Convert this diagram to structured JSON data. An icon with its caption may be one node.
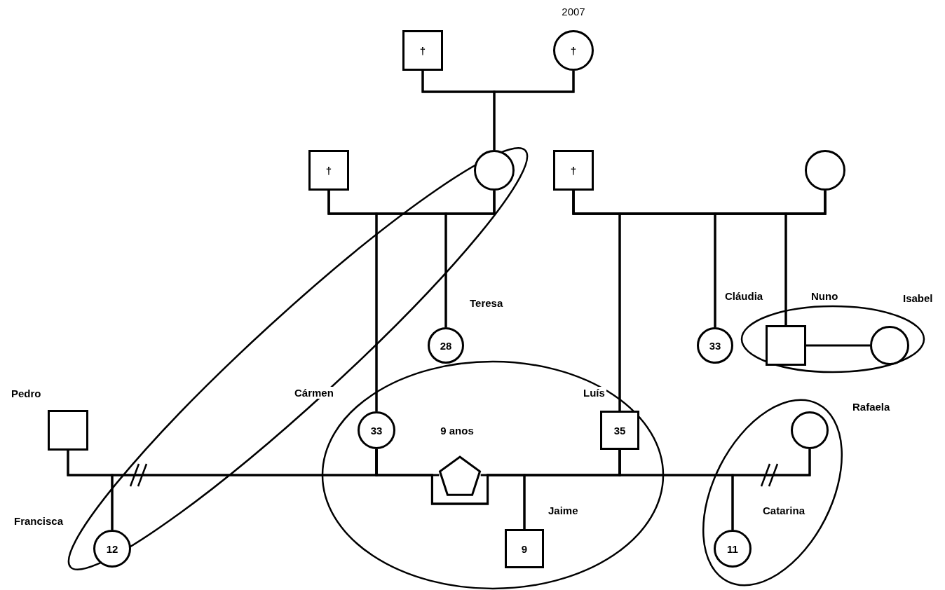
{
  "diagram": {
    "nodes": [
      {
        "text": [
          "†"
        ]
      },
      {
        "text": [
          "†"
        ],
        "beside": [
          "2007"
        ]
      },
      {
        "text": [
          "†"
        ]
      },
      {
        "text": [],
        "shape": "circle"
      },
      {
        "text": [
          "†"
        ]
      },
      {
        "text": [],
        "shape": "circle"
      },
      {
        "text": [
          "28"
        ],
        "beside": [
          "Teresa"
        ]
      },
      {
        "text": [
          "33"
        ],
        "beside": [
          "Cláudia"
        ]
      },
      {
        "text": [],
        "shape": "box",
        "beside": [
          "Nuno"
        ]
      },
      {
        "text": [],
        "shape": "circle",
        "beside": [
          "Isabel"
        ]
      },
      {
        "text": [],
        "shape": "box",
        "beside": [
          "Pedro"
        ]
      },
      {
        "text": [
          "33"
        ],
        "beside": [
          "Cármen"
        ]
      },
      {
        "text": [
          "35"
        ],
        "beside": [
          "Luís"
        ]
      },
      {
        "text": [],
        "shape": "circle",
        "beside": [
          "Rafaela"
        ]
      },
      {
        "text": [],
        "shape": "pentagon",
        "beside": [
          "9 anos"
        ]
      },
      {
        "text": [
          "12"
        ],
        "beside": [
          "Francisca"
        ]
      },
      {
        "text": [
          "9"
        ],
        "beside": [
          "Jaime"
        ]
      },
      {
        "text": [
          "11"
        ],
        "beside": [
          "Catarina"
        ]
      }
    ],
    "edges": [
      {
        "from": 0,
        "to": 1,
        "arrow": "none"
      },
      {
        "from": 0,
        "to": 3,
        "arrow": "none"
      },
      {
        "from": 1,
        "to": 3,
        "arrow": "none"
      },
      {
        "from": 2,
        "to": 3,
        "arrow": "none"
      },
      {
        "from": 2,
        "to": 11,
        "arrow": "none"
      },
      {
        "from": 3,
        "to": 11,
        "arrow": "none"
      },
      {
        "from": 2,
        "to": 6,
        "arrow": "none"
      },
      {
        "from": 3,
        "to": 6,
        "arrow": "none"
      },
      {
        "from": 4,
        "to": 5,
        "arrow": "none"
      },
      {
        "from": 4,
        "to": 12,
        "arrow": "none"
      },
      {
        "from": 5,
        "to": 12,
        "arrow": "none"
      },
      {
        "from": 4,
        "to": 7,
        "arrow": "none"
      },
      {
        "from": 5,
        "to": 7,
        "arrow": "none"
      },
      {
        "from": 4,
        "to": 8,
        "arrow": "none"
      },
      {
        "from": 5,
        "to": 8,
        "arrow": "none"
      },
      {
        "from": 8,
        "to": 9,
        "arrow": "none"
      },
      {
        "from": 10,
        "to": 11,
        "arrow": "none"
      },
      {
        "from": 10,
        "to": 15,
        "arrow": "none"
      },
      {
        "from": 11,
        "to": 15,
        "arrow": "none"
      },
      {
        "from": 11,
        "to": 12,
        "arrow": "none"
      },
      {
        "from": 11,
        "to": 14,
        "arrow": "none"
      },
      {
        "from": 12,
        "to": 14,
        "arrow": "none"
      },
      {
        "from": 11,
        "to": 16,
        "arrow": "none"
      },
      {
        "from": 12,
        "to": 16,
        "arrow": "none"
      },
      {
        "from": 12,
        "to": 13,
        "arrow": "none"
      },
      {
        "from": 12,
        "to": 17,
        "arrow": "none"
      },
      {
        "from": 13,
        "to": 17,
        "arrow": "none"
      }
    ]
  }
}
